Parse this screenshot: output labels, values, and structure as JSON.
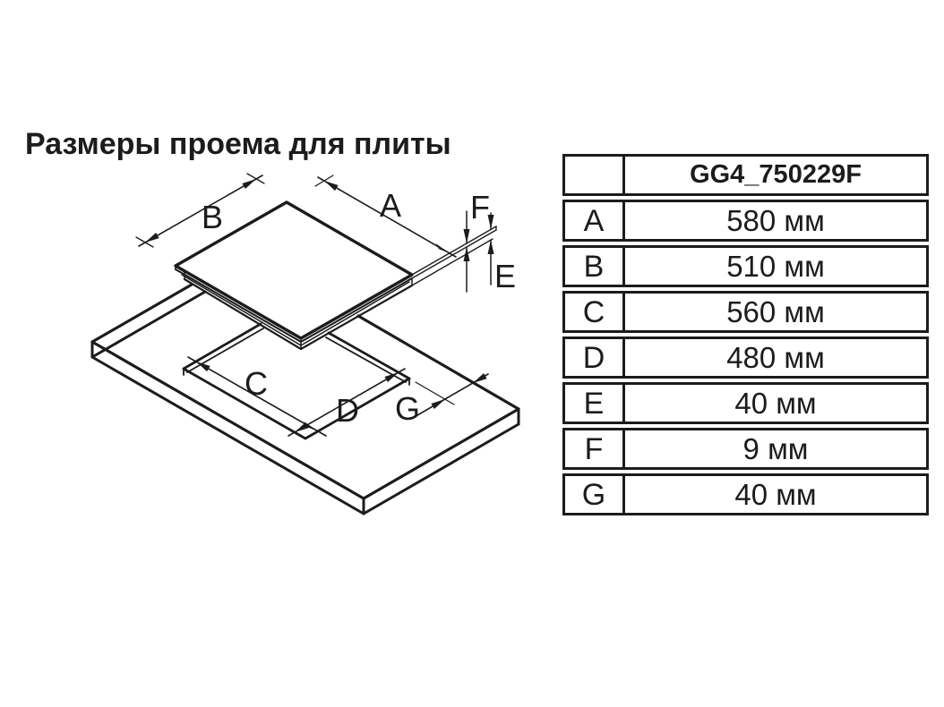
{
  "title": "Размеры проема для плиты",
  "colors": {
    "ink": "#1c1c1c",
    "background": "#ffffff"
  },
  "diagram": {
    "description": "isometric-exploded-view-of-hob-above-countertop-cutout",
    "labels": {
      "A": "A",
      "B": "B",
      "C": "C",
      "D": "D",
      "E": "E",
      "F": "F",
      "G": "G"
    }
  },
  "table": {
    "model": "GG4_750229F",
    "rows": [
      {
        "key": "A",
        "value": "580 мм"
      },
      {
        "key": "B",
        "value": "510 мм"
      },
      {
        "key": "C",
        "value": "560 мм"
      },
      {
        "key": "D",
        "value": "480 мм"
      },
      {
        "key": "E",
        "value": "40 мм"
      },
      {
        "key": "F",
        "value": "9 мм"
      },
      {
        "key": "G",
        "value": "40 мм"
      }
    ]
  }
}
